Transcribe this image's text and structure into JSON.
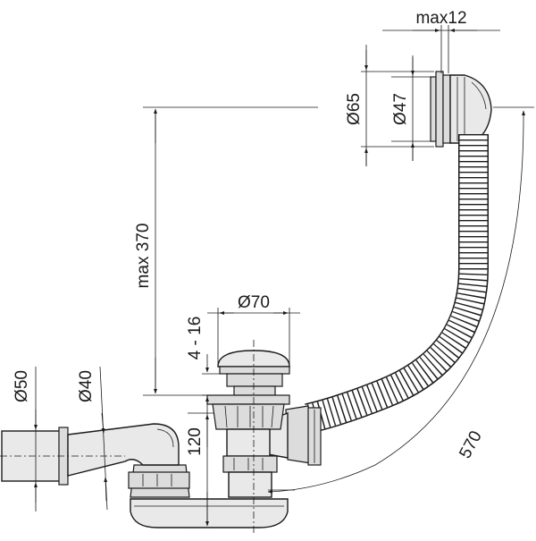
{
  "drawing": {
    "dimensions": {
      "max12": "max12",
      "d65": "Ø65",
      "d47": "Ø47",
      "max370": "max 370",
      "d70": "Ø70",
      "range_4_16": "4 - 16",
      "d50": "Ø50",
      "d40": "Ø40",
      "h120": "120",
      "len570": "570"
    }
  }
}
